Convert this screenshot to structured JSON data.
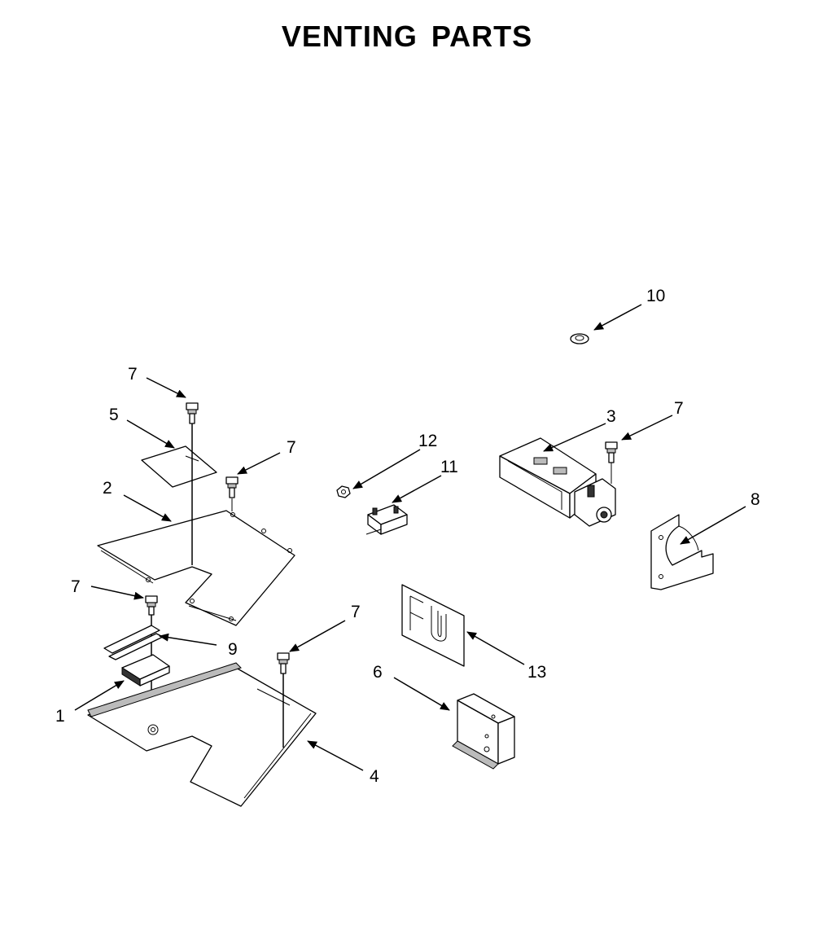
{
  "title": "VENTING PARTS",
  "callouts": {
    "c1": "1",
    "c2": "2",
    "c3": "3",
    "c4": "4",
    "c5": "5",
    "c6": "6",
    "c7a": "7",
    "c7b": "7",
    "c7c": "7",
    "c7d": "7",
    "c7e": "7",
    "c8": "8",
    "c9": "9",
    "c10": "10",
    "c11": "11",
    "c12": "12",
    "c13": "13"
  }
}
